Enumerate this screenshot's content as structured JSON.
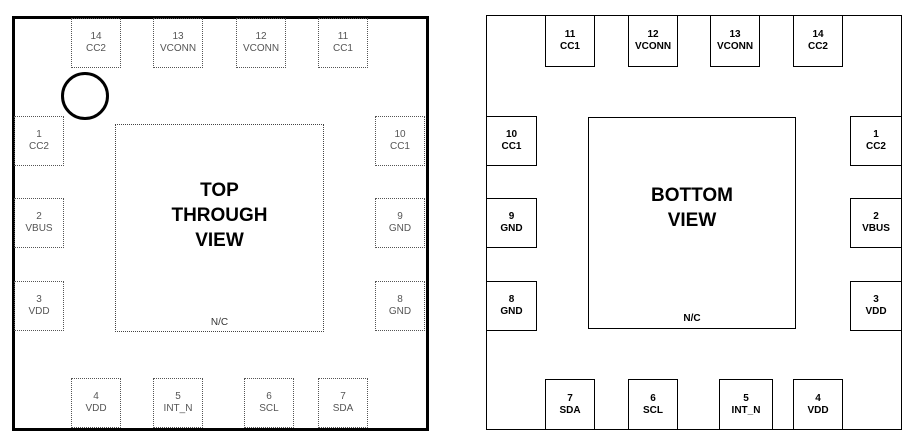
{
  "top_view": {
    "title_lines": [
      "TOP",
      "THROUGH",
      "VIEW"
    ],
    "center_label": "N/C",
    "pins": [
      {
        "num": "14",
        "name": "CC2"
      },
      {
        "num": "13",
        "name": "VCONN"
      },
      {
        "num": "12",
        "name": "VCONN"
      },
      {
        "num": "11",
        "name": "CC1"
      },
      {
        "num": "1",
        "name": "CC2"
      },
      {
        "num": "2",
        "name": "VBUS"
      },
      {
        "num": "3",
        "name": "VDD"
      },
      {
        "num": "10",
        "name": "CC1"
      },
      {
        "num": "9",
        "name": "GND"
      },
      {
        "num": "8",
        "name": "GND"
      },
      {
        "num": "4",
        "name": "VDD"
      },
      {
        "num": "5",
        "name": "INT_N"
      },
      {
        "num": "6",
        "name": "SCL"
      },
      {
        "num": "7",
        "name": "SDA"
      }
    ]
  },
  "bottom_view": {
    "title_lines": [
      "BOTTOM",
      "VIEW"
    ],
    "center_label": "N/C",
    "pins": [
      {
        "num": "11",
        "name": "CC1"
      },
      {
        "num": "12",
        "name": "VCONN"
      },
      {
        "num": "13",
        "name": "VCONN"
      },
      {
        "num": "14",
        "name": "CC2"
      },
      {
        "num": "10",
        "name": "CC1"
      },
      {
        "num": "9",
        "name": "GND"
      },
      {
        "num": "8",
        "name": "GND"
      },
      {
        "num": "1",
        "name": "CC2"
      },
      {
        "num": "2",
        "name": "VBUS"
      },
      {
        "num": "3",
        "name": "VDD"
      },
      {
        "num": "7",
        "name": "SDA"
      },
      {
        "num": "6",
        "name": "SCL"
      },
      {
        "num": "5",
        "name": "INT_N"
      },
      {
        "num": "4",
        "name": "VDD"
      }
    ]
  }
}
